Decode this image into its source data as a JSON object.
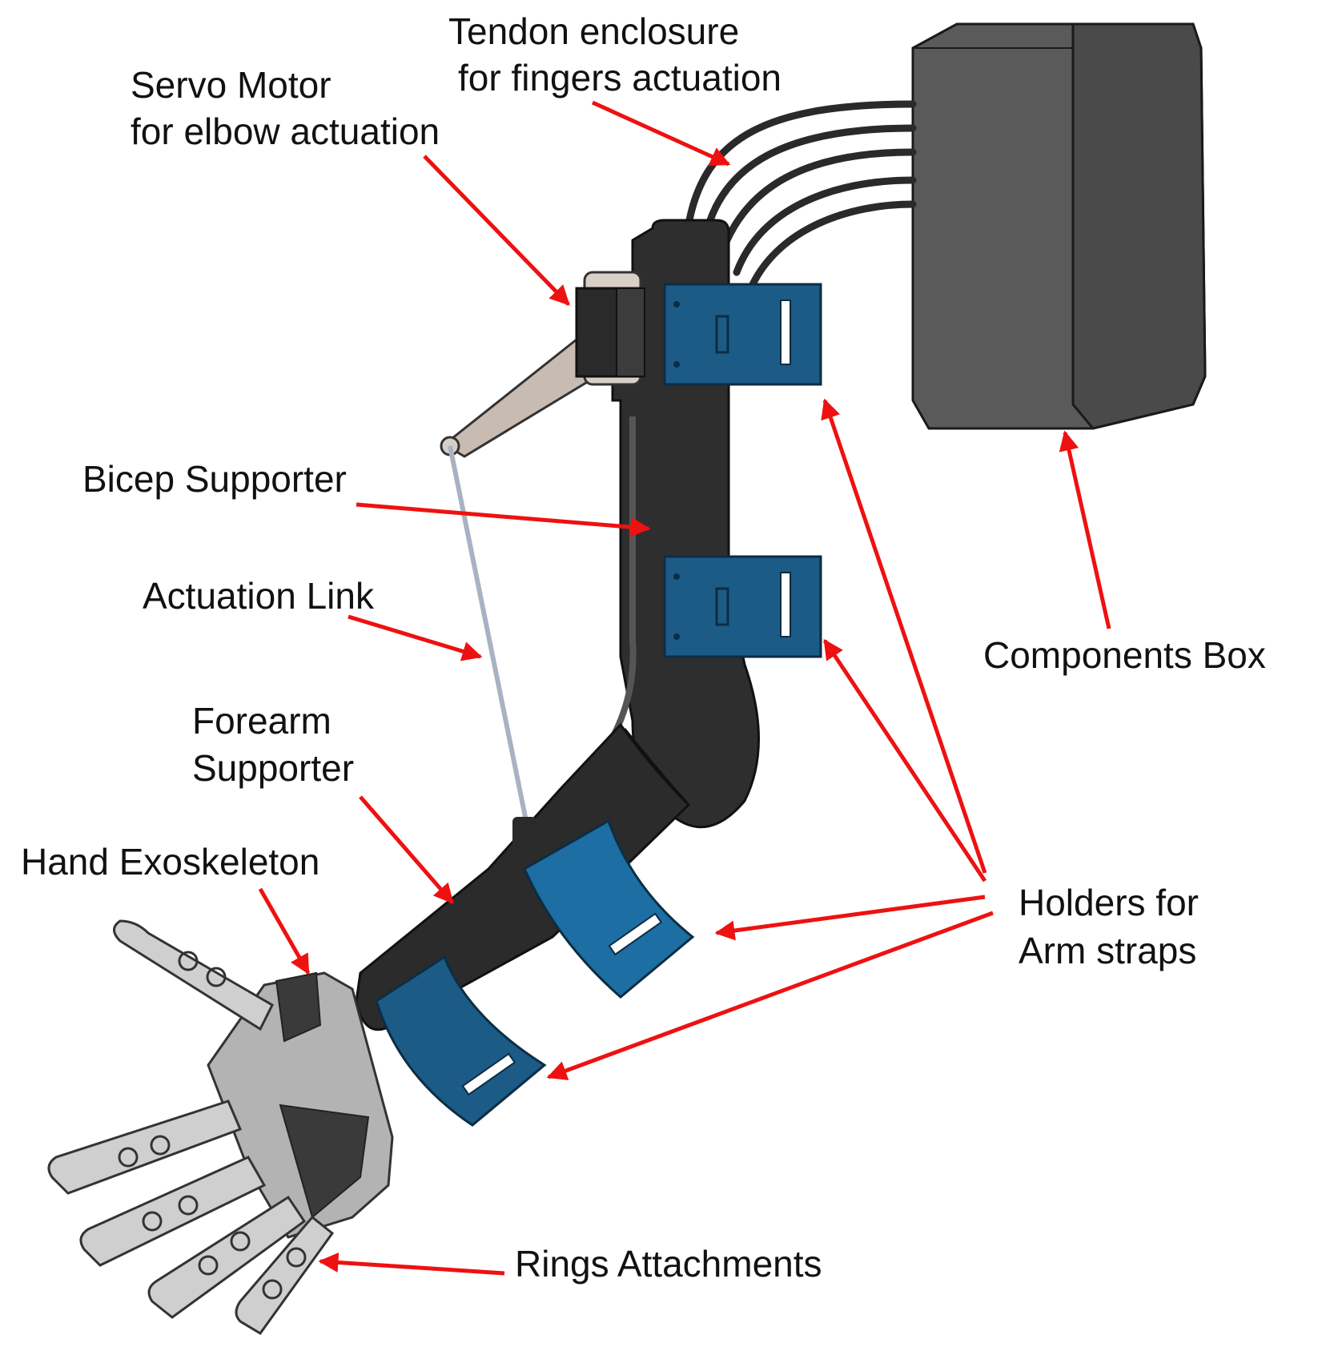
{
  "colors": {
    "arrow": "#ee1111",
    "frame": "#2b2b2b",
    "box": "#555555",
    "holder": "#1b5b86",
    "hand": "#b8b8b8",
    "linkage": "#c9bfb6"
  },
  "labels": {
    "tendon_enclosure": [
      "Tendon enclosure",
      "for fingers actuation"
    ],
    "servo_motor": [
      "Servo Motor",
      "for elbow actuation"
    ],
    "bicep_supporter": [
      "Bicep Supporter"
    ],
    "actuation_link": [
      "Actuation Link"
    ],
    "forearm_supporter": [
      "Forearm",
      "Supporter"
    ],
    "hand_exoskeleton": [
      "Hand Exoskeleton"
    ],
    "components_box": [
      "Components Box"
    ],
    "holders_arm_straps": [
      "Holders for",
      "Arm straps"
    ],
    "rings_attachments": [
      "Rings Attachments"
    ]
  }
}
